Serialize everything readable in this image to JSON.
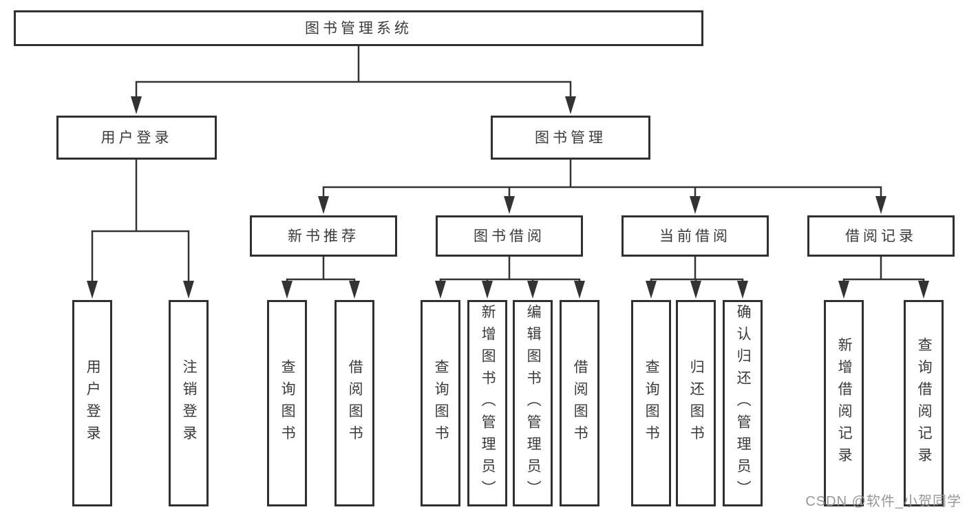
{
  "diagram": {
    "title": "图书管理系统",
    "branches": [
      {
        "label": "用户登录",
        "children": [
          {
            "label": "用户登录"
          },
          {
            "label": "注销登录"
          }
        ]
      },
      {
        "label": "图书管理",
        "children": [
          {
            "label": "新书推荐",
            "children": [
              {
                "label": "查询图书"
              },
              {
                "label": "借阅图书"
              }
            ]
          },
          {
            "label": "图书借阅",
            "children": [
              {
                "label": "查询图书"
              },
              {
                "label": "新增图书（管理员）"
              },
              {
                "label": "编辑图书（管理员）"
              },
              {
                "label": "借阅图书"
              }
            ]
          },
          {
            "label": "当前借阅",
            "children": [
              {
                "label": "查询图书"
              },
              {
                "label": "归还图书"
              },
              {
                "label": "确认归还（管理员）"
              }
            ]
          },
          {
            "label": "借阅记录",
            "children": [
              {
                "label": "新增借阅记录"
              },
              {
                "label": "查询借阅记录"
              }
            ]
          }
        ]
      }
    ]
  },
  "watermark": {
    "text": "CSDN @软件_小贺同学"
  },
  "colors": {
    "line": "#333333",
    "box_border": "#303030",
    "box_background": "#ffffff",
    "text": "#3a3a3a",
    "watermark": "#979797"
  }
}
